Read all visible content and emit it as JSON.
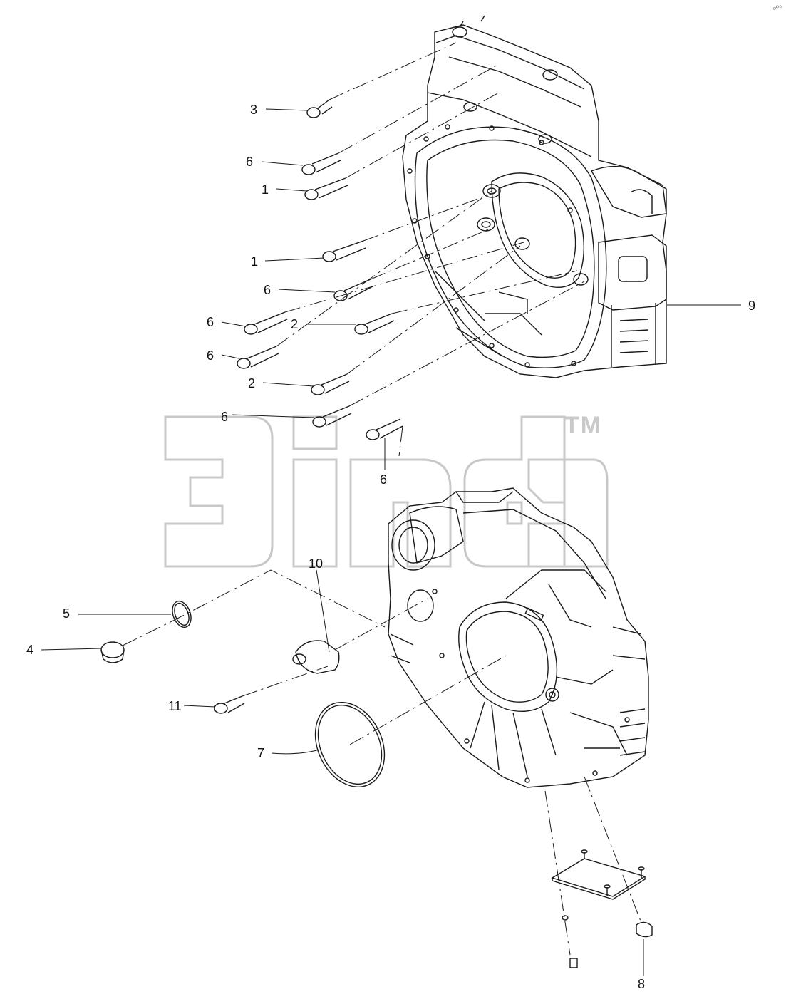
{
  "watermark": {
    "trademark": "TM",
    "color": "#c8c8c8"
  },
  "corner_mark": "☍⁰",
  "callouts": [
    {
      "id": "c3a",
      "text": "3"
    },
    {
      "id": "c6a",
      "text": "6"
    },
    {
      "id": "c1a",
      "text": "1"
    },
    {
      "id": "c1b",
      "text": "1"
    },
    {
      "id": "c6b",
      "text": "6"
    },
    {
      "id": "c6c",
      "text": "6"
    },
    {
      "id": "c2a",
      "text": "2"
    },
    {
      "id": "c6d",
      "text": "6"
    },
    {
      "id": "c2b",
      "text": "2"
    },
    {
      "id": "c6e",
      "text": "6"
    },
    {
      "id": "c6f",
      "text": "6"
    },
    {
      "id": "c9",
      "text": "9"
    },
    {
      "id": "c10",
      "text": "10"
    },
    {
      "id": "c5",
      "text": "5"
    },
    {
      "id": "c4",
      "text": "4"
    },
    {
      "id": "c11",
      "text": "11"
    },
    {
      "id": "c7",
      "text": "7"
    },
    {
      "id": "c8",
      "text": "8"
    }
  ],
  "colors": {
    "line": "#1a1a1a",
    "shade": "#bdbdbd",
    "paper": "#ffffff"
  }
}
